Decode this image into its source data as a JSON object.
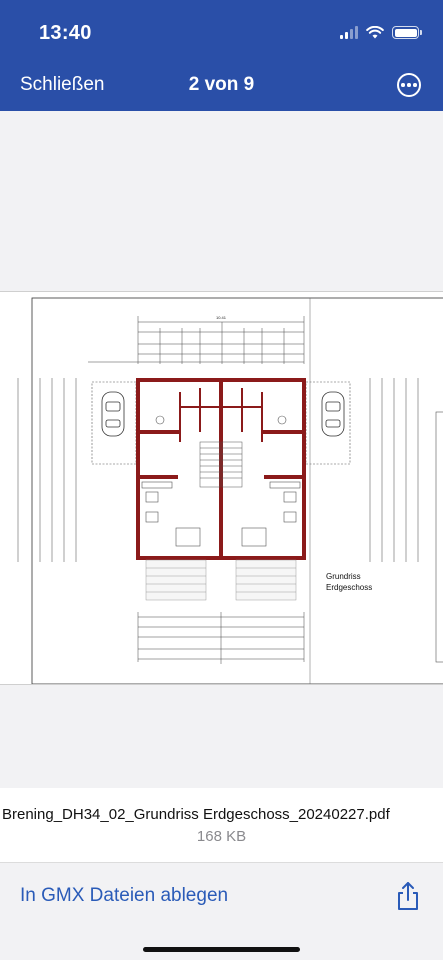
{
  "status_bar": {
    "time": "13:40",
    "icons": [
      "signal-icon",
      "wifi-icon",
      "battery-icon"
    ]
  },
  "nav": {
    "close_label": "Schließen",
    "page_counter": "2 von 9",
    "more_icon": "ellipsis-circle-icon"
  },
  "document": {
    "title_line1": "Grundriss",
    "title_line2": "Erdgeschoss",
    "top_dimension": "10.41"
  },
  "file": {
    "name": "Brening_DH34_02_Grundriss Erdgeschoss_20240227.pdf",
    "size": "168 KB"
  },
  "bottom": {
    "save_label": "In GMX Dateien ablegen",
    "share_icon": "share-icon"
  },
  "colors": {
    "nav_bg": "#2a4fa8",
    "accent": "#2a5bb8",
    "wall": "#8b1a1a"
  }
}
